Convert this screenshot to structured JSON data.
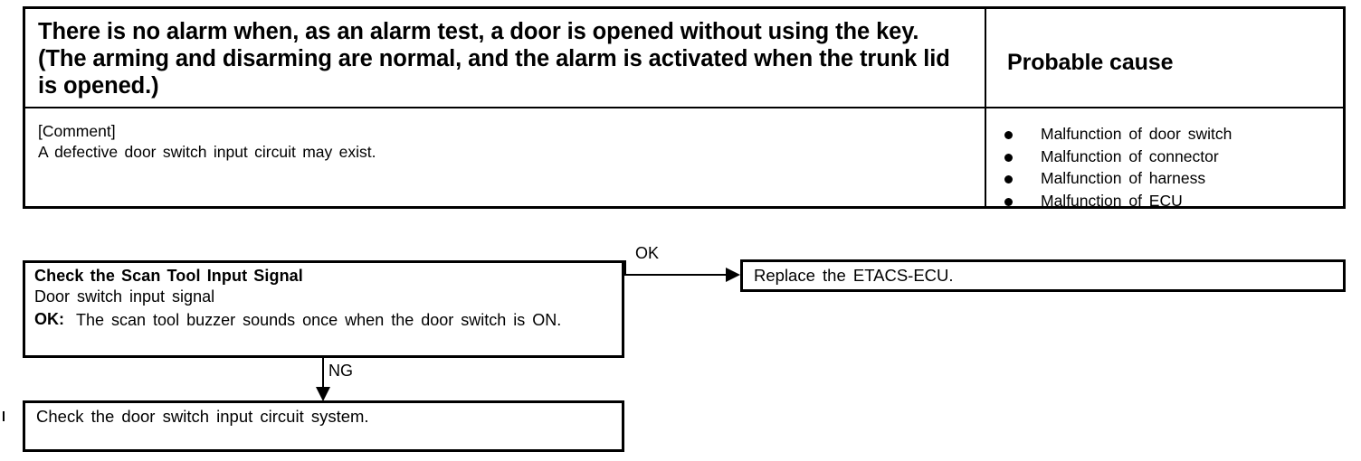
{
  "table": {
    "symptom_title": "There is no alarm when, as an alarm test, a door is opened without using the key. (The arming and disarming are normal, and the alarm is activated when the trunk lid is opened.)",
    "probable_cause_header": "Probable cause",
    "comment_label": "[Comment]",
    "comment_text": "A defective door switch input circuit may exist.",
    "causes": [
      "Malfunction of door switch",
      "Malfunction of connector",
      "Malfunction of harness",
      "Malfunction of ECU"
    ]
  },
  "flow": {
    "scan_box": {
      "title": "Check the Scan Tool Input Signal",
      "subtitle": "Door switch input signal",
      "ok_label": "OK:",
      "ok_text": "The scan tool buzzer sounds once when the door switch is ON."
    },
    "branch_ok_label": "OK",
    "branch_ng_label": "NG",
    "replace_box": "Replace the ETACS-ECU.",
    "circuit_box": "Check the door switch input circuit system."
  },
  "colors": {
    "ink": "#000000",
    "paper": "#ffffff"
  }
}
